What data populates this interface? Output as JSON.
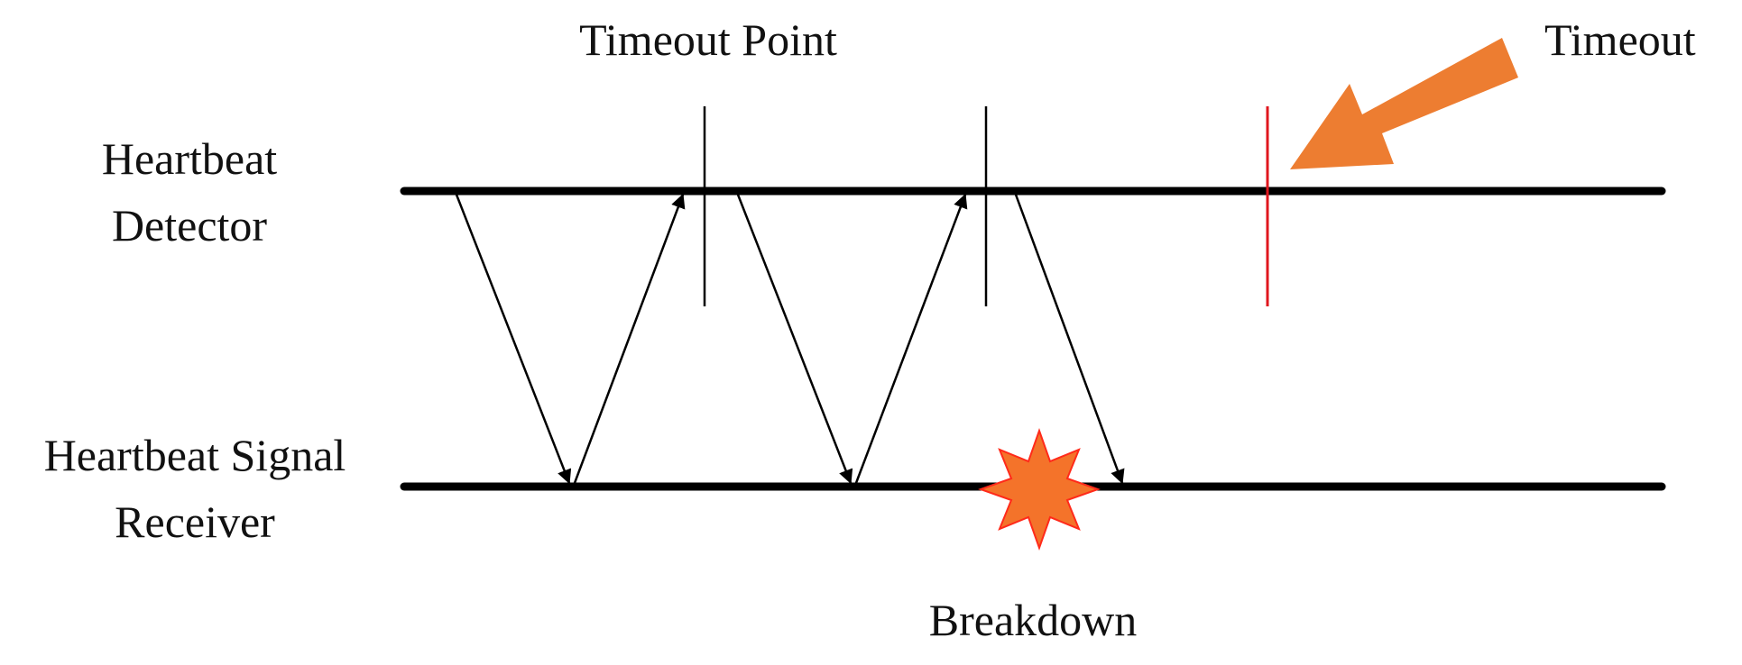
{
  "labels": {
    "timeout_point": "Timeout Point",
    "timeout": "Timeout",
    "detector_line1": "Heartbeat",
    "detector_line2": "Detector",
    "receiver_line1": "Heartbeat Signal",
    "receiver_line2": "Receiver",
    "breakdown": "Breakdown"
  },
  "colors": {
    "line": "#000000",
    "timeout_marker": "#e0161e",
    "arrow_fill": "#ed7d31",
    "star_fill": "#f4732a",
    "star_stroke": "#ff2a1a"
  },
  "icons": {
    "timeout_arrow": "big-arrow-icon",
    "breakdown_star": "starburst-icon"
  }
}
